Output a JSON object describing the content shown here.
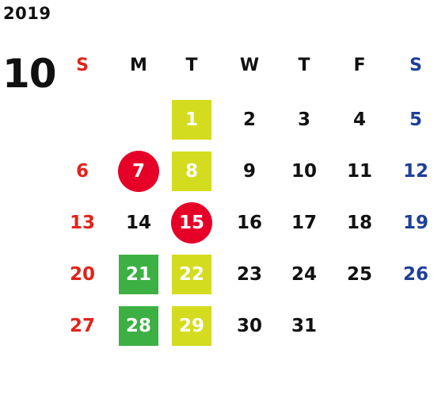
{
  "year": "2019",
  "month": "10",
  "weekdays": [
    "S",
    "M",
    "T",
    "W",
    "T",
    "F",
    "S"
  ],
  "colors": {
    "sunday": "#e2231a",
    "saturday": "#1e3f9a",
    "weekday": "#111111",
    "holiday_circle": "#e60028",
    "highlight_yellow": "#d4dc1f",
    "highlight_green": "#3cb043"
  },
  "weeks": [
    [
      {
        "day": ""
      },
      {
        "day": ""
      },
      {
        "day": "1",
        "mark": "square-yellow"
      },
      {
        "day": "2"
      },
      {
        "day": "3"
      },
      {
        "day": "4"
      },
      {
        "day": "5"
      }
    ],
    [
      {
        "day": "6"
      },
      {
        "day": "7",
        "mark": "circle-red"
      },
      {
        "day": "8",
        "mark": "square-yellow"
      },
      {
        "day": "9"
      },
      {
        "day": "10"
      },
      {
        "day": "11"
      },
      {
        "day": "12"
      }
    ],
    [
      {
        "day": "13"
      },
      {
        "day": "14"
      },
      {
        "day": "15",
        "mark": "circle-red"
      },
      {
        "day": "16"
      },
      {
        "day": "17"
      },
      {
        "day": "18"
      },
      {
        "day": "19"
      }
    ],
    [
      {
        "day": "20"
      },
      {
        "day": "21",
        "mark": "square-green"
      },
      {
        "day": "22",
        "mark": "square-yellow"
      },
      {
        "day": "23"
      },
      {
        "day": "24"
      },
      {
        "day": "25"
      },
      {
        "day": "26"
      }
    ],
    [
      {
        "day": "27"
      },
      {
        "day": "28",
        "mark": "square-green"
      },
      {
        "day": "29",
        "mark": "square-yellow"
      },
      {
        "day": "30"
      },
      {
        "day": "31"
      },
      {
        "day": ""
      },
      {
        "day": ""
      }
    ]
  ]
}
